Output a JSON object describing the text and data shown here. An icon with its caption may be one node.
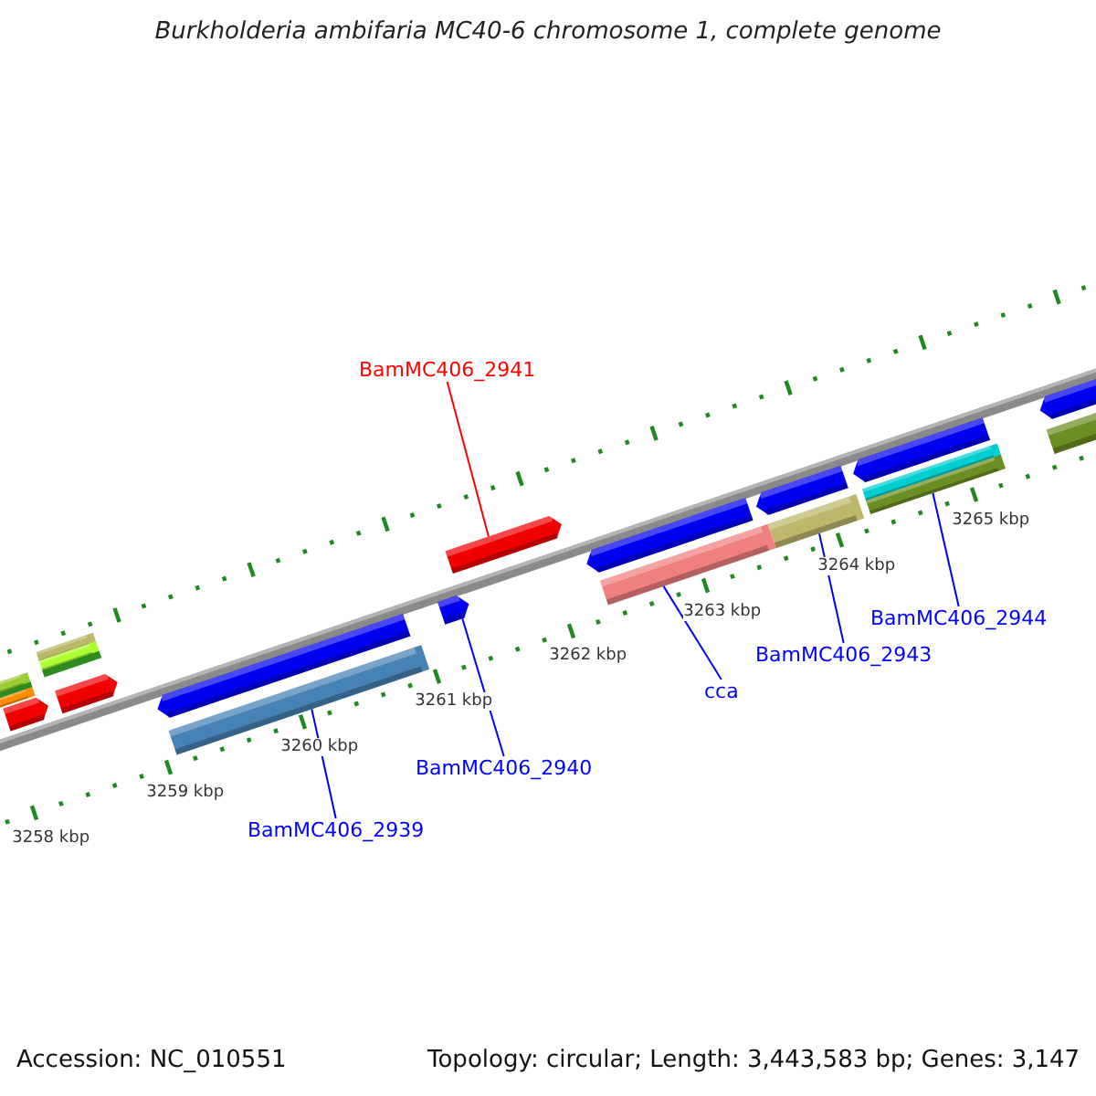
{
  "diagram": {
    "title": "Burkholderia ambifaria MC40-6 chromosome 1, complete genome",
    "nodes": [
      {
        "text": [
          "BamMC406_2941"
        ]
      },
      {
        "text": [
          "BamMC406_2944"
        ]
      },
      {
        "text": [
          "BamMC406_2943"
        ]
      },
      {
        "text": [
          "cca"
        ]
      },
      {
        "text": [
          "BamMC406_2940"
        ]
      },
      {
        "text": [
          "BamMC406_2939"
        ]
      },
      {
        "text": [],
        "shape": "bar"
      },
      {
        "text": [],
        "shape": "arrow"
      },
      {
        "text": [],
        "shape": "arrow"
      },
      {
        "text": [],
        "shape": "bar"
      },
      {
        "text": [],
        "shape": "bar"
      },
      {
        "text": [],
        "shape": "bar"
      }
    ],
    "edges": [
      {
        "from": 0,
        "to": 7,
        "arrow": "none",
        "color": "#ff0000"
      },
      {
        "from": 1,
        "to": 11,
        "arrow": "none"
      },
      {
        "from": 2,
        "to": 10,
        "arrow": "none"
      },
      {
        "from": 3,
        "to": 9,
        "arrow": "none"
      },
      {
        "from": 4,
        "to": 8,
        "arrow": "none"
      },
      {
        "from": 5,
        "to": 6,
        "arrow": "none"
      }
    ],
    "labels": [
      "3258 kbp",
      "3259 kbp",
      "3260 kbp",
      "3261 kbp",
      "3262 kbp",
      "3263 kbp",
      "3264 kbp",
      "3265 kbp",
      "Accession: NC_010551",
      "Topology: circular; Length: 3,443,583 bp; Genes: 3,147"
    ]
  }
}
